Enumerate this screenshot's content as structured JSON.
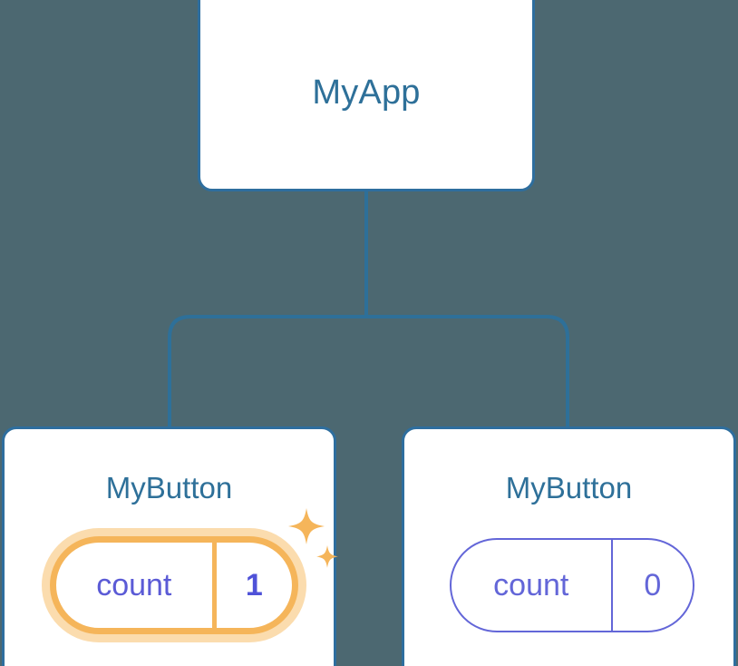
{
  "diagram": {
    "type": "component-tree",
    "background_color": "#4c6871",
    "node_border_color": "#2e6e9e",
    "node_title_color": "#2e7099",
    "connector_color": "#2e7099",
    "highlight_color": "#f5b55a",
    "highlight_glow_color": "#fbdcae",
    "state_color": "#6366d8"
  },
  "root": {
    "title": "MyApp"
  },
  "children": [
    {
      "title": "MyButton",
      "state": {
        "key": "count",
        "value": "1"
      },
      "highlighted": true,
      "sparkle_large": "sparkle-icon",
      "sparkle_small": "sparkle-icon"
    },
    {
      "title": "MyButton",
      "state": {
        "key": "count",
        "value": "0"
      },
      "highlighted": false
    }
  ]
}
